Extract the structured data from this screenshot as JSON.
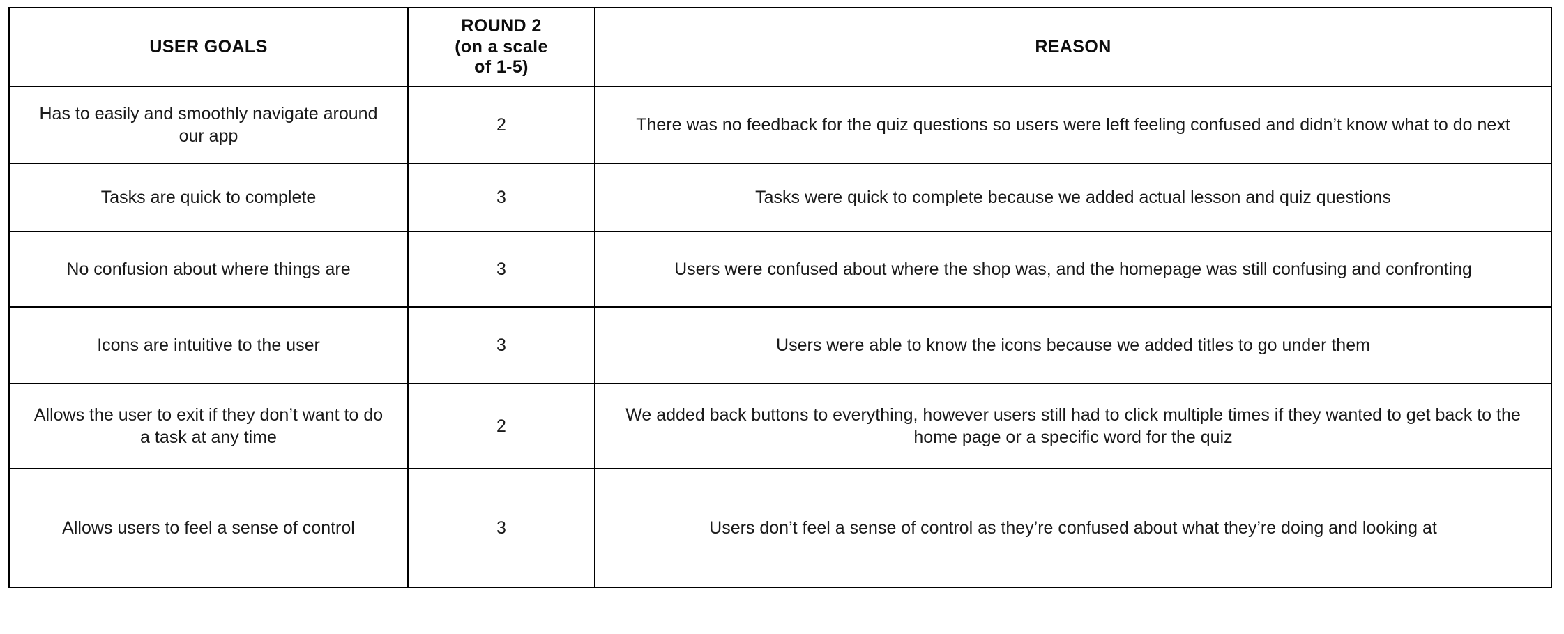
{
  "table": {
    "columns": [
      {
        "key": "goal",
        "label": "USER GOALS",
        "sublabel": ""
      },
      {
        "key": "score",
        "label": "ROUND 2",
        "sublabel": "(on a scale\nof 1-5)"
      },
      {
        "key": "reason",
        "label": "REASON",
        "sublabel": ""
      }
    ],
    "header": {
      "goals": "USER GOALS",
      "round_main": "ROUND 2",
      "round_sub_line1": "(on a scale",
      "round_sub_line2": "of 1-5)",
      "reason": "REASON"
    },
    "scale": {
      "min": 1,
      "max": 5,
      "label": "(on a scale of 1-5)"
    },
    "rows": [
      {
        "goal": "Has to easily and smoothly navigate around our app",
        "score": "2",
        "reason": "There was no feedback for the quiz questions so users were left feeling confused and didn’t know what to do next"
      },
      {
        "goal": "Tasks are quick to complete",
        "score": "3",
        "reason": "Tasks were quick to complete because we added actual lesson and quiz questions"
      },
      {
        "goal": "No confusion about where things are",
        "score": "3",
        "reason": "Users were confused about where the shop was, and the homepage was still confusing and confronting"
      },
      {
        "goal": "Icons are intuitive to the user",
        "score": "3",
        "reason": "Users were able to know the icons because we added titles to go under them"
      },
      {
        "goal": "Allows the user to exit if they don’t want to do a task at any time",
        "score": "2",
        "reason": "We added back buttons to everything, however users still had to click multiple times if they wanted to get back to the home page or a specific word for the quiz"
      },
      {
        "goal": "Allows users to feel a sense of control",
        "score": "3",
        "reason": "Users don’t feel a sense of control as they’re confused about what they’re doing and looking at"
      }
    ]
  },
  "colors": {
    "background": "#ffffff",
    "border": "#000000",
    "header_text": "#0d0d0d",
    "body_text": "#1a1a1a"
  }
}
